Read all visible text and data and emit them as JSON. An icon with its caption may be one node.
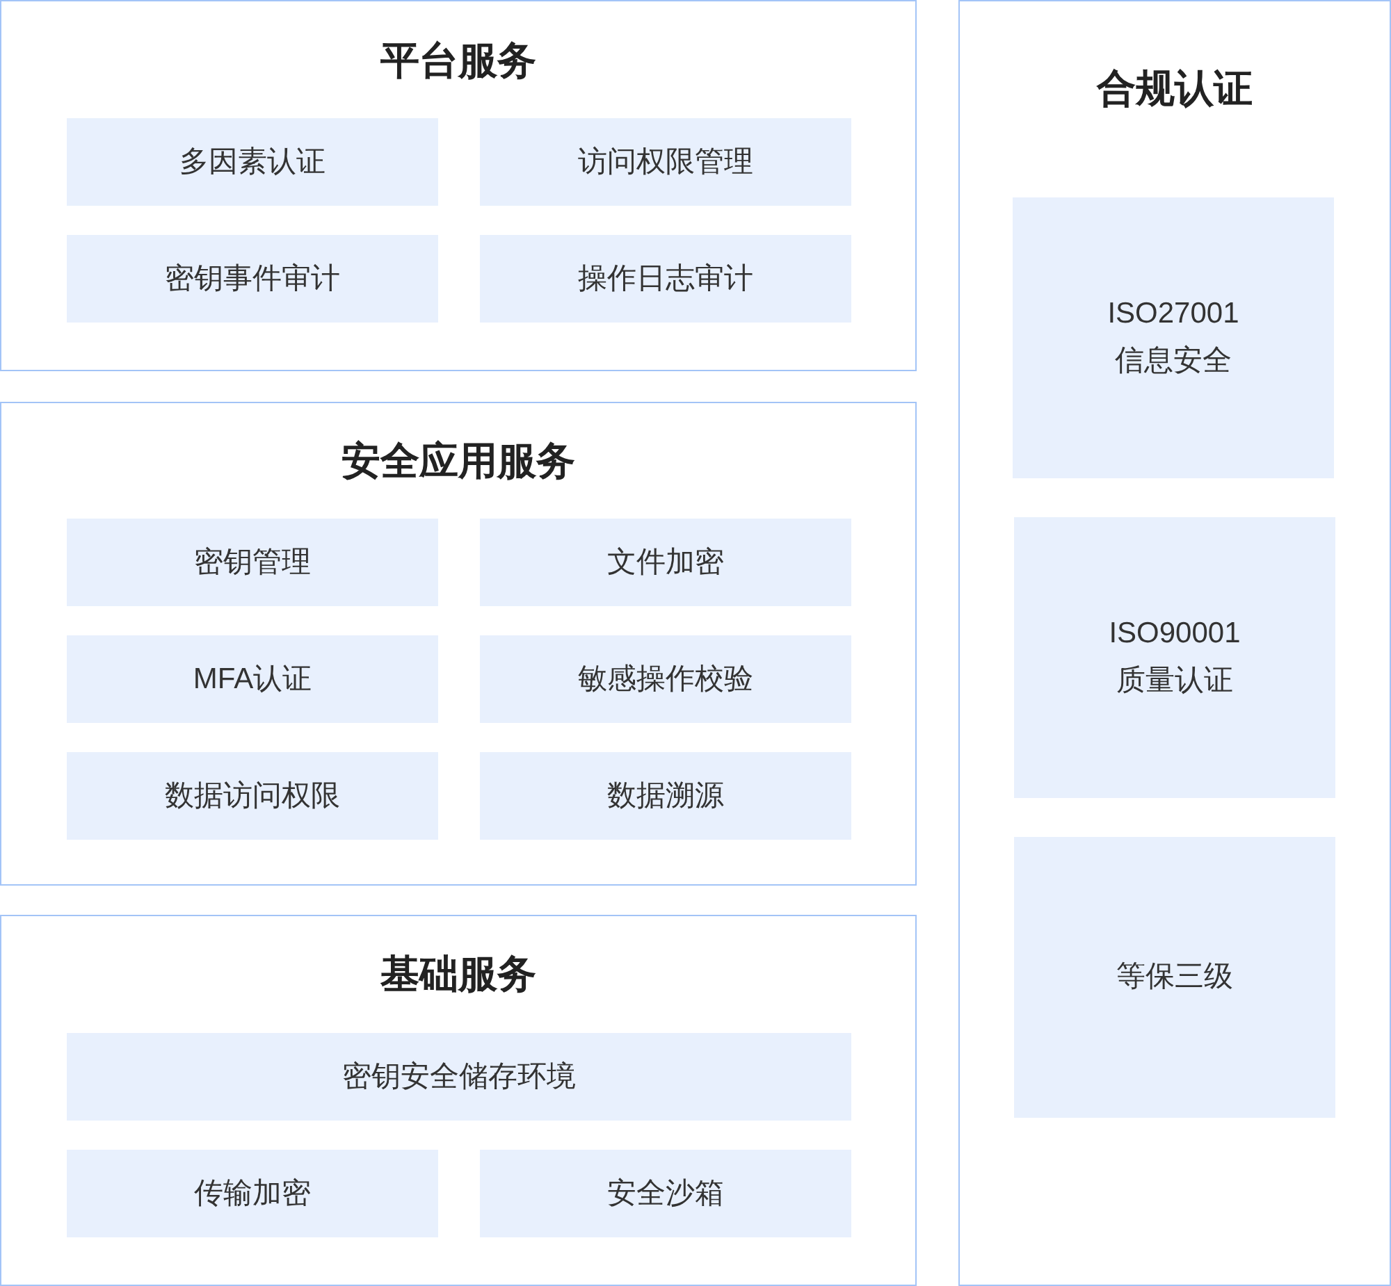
{
  "diagram": {
    "nodes": [
      {
        "text": [
          "平台服务"
        ]
      },
      {
        "text": [
          "多因素认证"
        ],
        "in": 0
      },
      {
        "text": [
          "访问权限管理"
        ],
        "in": 0
      },
      {
        "text": [
          "密钥事件审计"
        ],
        "in": 0
      },
      {
        "text": [
          "操作日志审计"
        ],
        "in": 0
      },
      {
        "text": [
          "安全应用服务"
        ]
      },
      {
        "text": [
          "密钥管理"
        ],
        "in": 5
      },
      {
        "text": [
          "文件加密"
        ],
        "in": 5
      },
      {
        "text": [
          "MFA认证"
        ],
        "in": 5
      },
      {
        "text": [
          "敏感操作校验"
        ],
        "in": 5
      },
      {
        "text": [
          "数据访问权限"
        ],
        "in": 5
      },
      {
        "text": [
          "数据溯源"
        ],
        "in": 5
      },
      {
        "text": [
          "基础服务"
        ]
      },
      {
        "text": [
          "密钥安全储存环境"
        ],
        "in": 12
      },
      {
        "text": [
          "传输加密"
        ],
        "in": 12
      },
      {
        "text": [
          "安全沙箱"
        ],
        "in": 12
      },
      {
        "text": [
          "合规认证"
        ]
      },
      {
        "text": [
          "ISO27001 信息安全"
        ],
        "in": 16
      },
      {
        "text": [
          "ISO90001 质量认证"
        ],
        "in": 16
      },
      {
        "text": [
          "等保三级"
        ],
        "in": 16
      }
    ]
  }
}
